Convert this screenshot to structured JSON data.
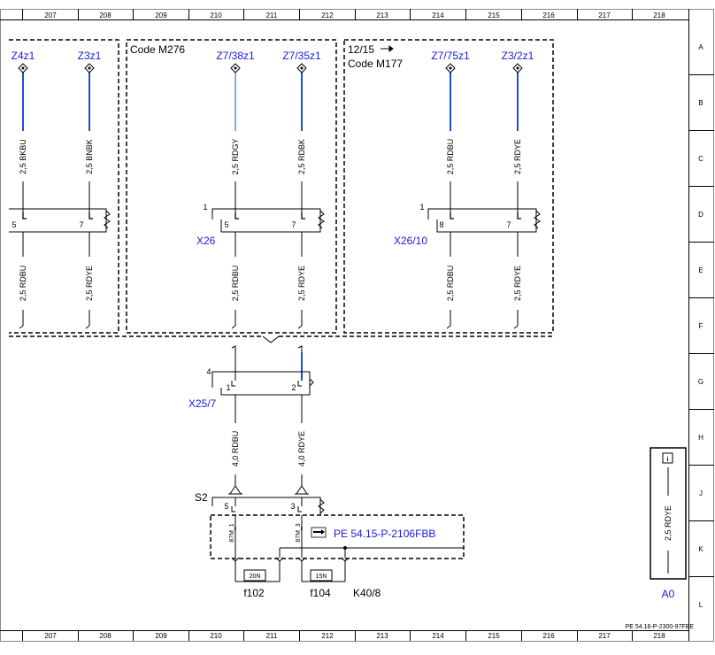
{
  "columns": [
    "207",
    "208",
    "209",
    "210",
    "211",
    "212",
    "213",
    "214",
    "215",
    "216",
    "217",
    "218"
  ],
  "rows": [
    "A",
    "B",
    "C",
    "D",
    "E",
    "F",
    "G",
    "H",
    "J",
    "K",
    "L"
  ],
  "sheet_ref": "PE 54.16-P-2300-97FBE",
  "code_boxes": {
    "m276": "Code M276",
    "m177_date": "12/15",
    "m177": "Code M177"
  },
  "terminals": [
    "Z4z1",
    "Z3z1",
    "Z7/38z1",
    "Z7/35z1",
    "Z7/75z1",
    "Z3/2z1"
  ],
  "wires_top": [
    "2,5 BKBU",
    "2,5 BNBK",
    "2,5 RDGY",
    "2,5 RDBK",
    "2,5 RDBU",
    "2,5 RDYE"
  ],
  "wires_mid": [
    "2,5 RDBU",
    "2,5 RDYE",
    "2,5 RDBU",
    "2,5 RDYE",
    "2,5 RDBU",
    "2,5 RDYE"
  ],
  "pins_mid": [
    "5",
    "7",
    "5",
    "7",
    "8",
    "7"
  ],
  "connectors": {
    "x26": "X26",
    "x26_pin": "1",
    "x26_10": "X26/10",
    "x26_10_pin": "1",
    "x25_7": "X25/7",
    "x25_7_pin": "4",
    "x25_7_pins": [
      "1",
      "2"
    ]
  },
  "wires_low": [
    "4,0 RDBU",
    "4,0 RDYE"
  ],
  "relay": {
    "s2": "S2",
    "pins": [
      "5",
      "3"
    ],
    "contacts": [
      "87M_1",
      "87M_3"
    ],
    "ref": "PE 54.15-P-2106FBB",
    "k": "K40/8"
  },
  "fuses": [
    {
      "rating": "20N",
      "name": "f102"
    },
    {
      "rating": "15N",
      "name": "f104"
    }
  ],
  "a0": {
    "info": "i",
    "wire": "2,5 RDYE",
    "label": "A0"
  },
  "colors": {
    "blue_wire": "#1a4fd6",
    "label_blue": "#1a1adb"
  }
}
